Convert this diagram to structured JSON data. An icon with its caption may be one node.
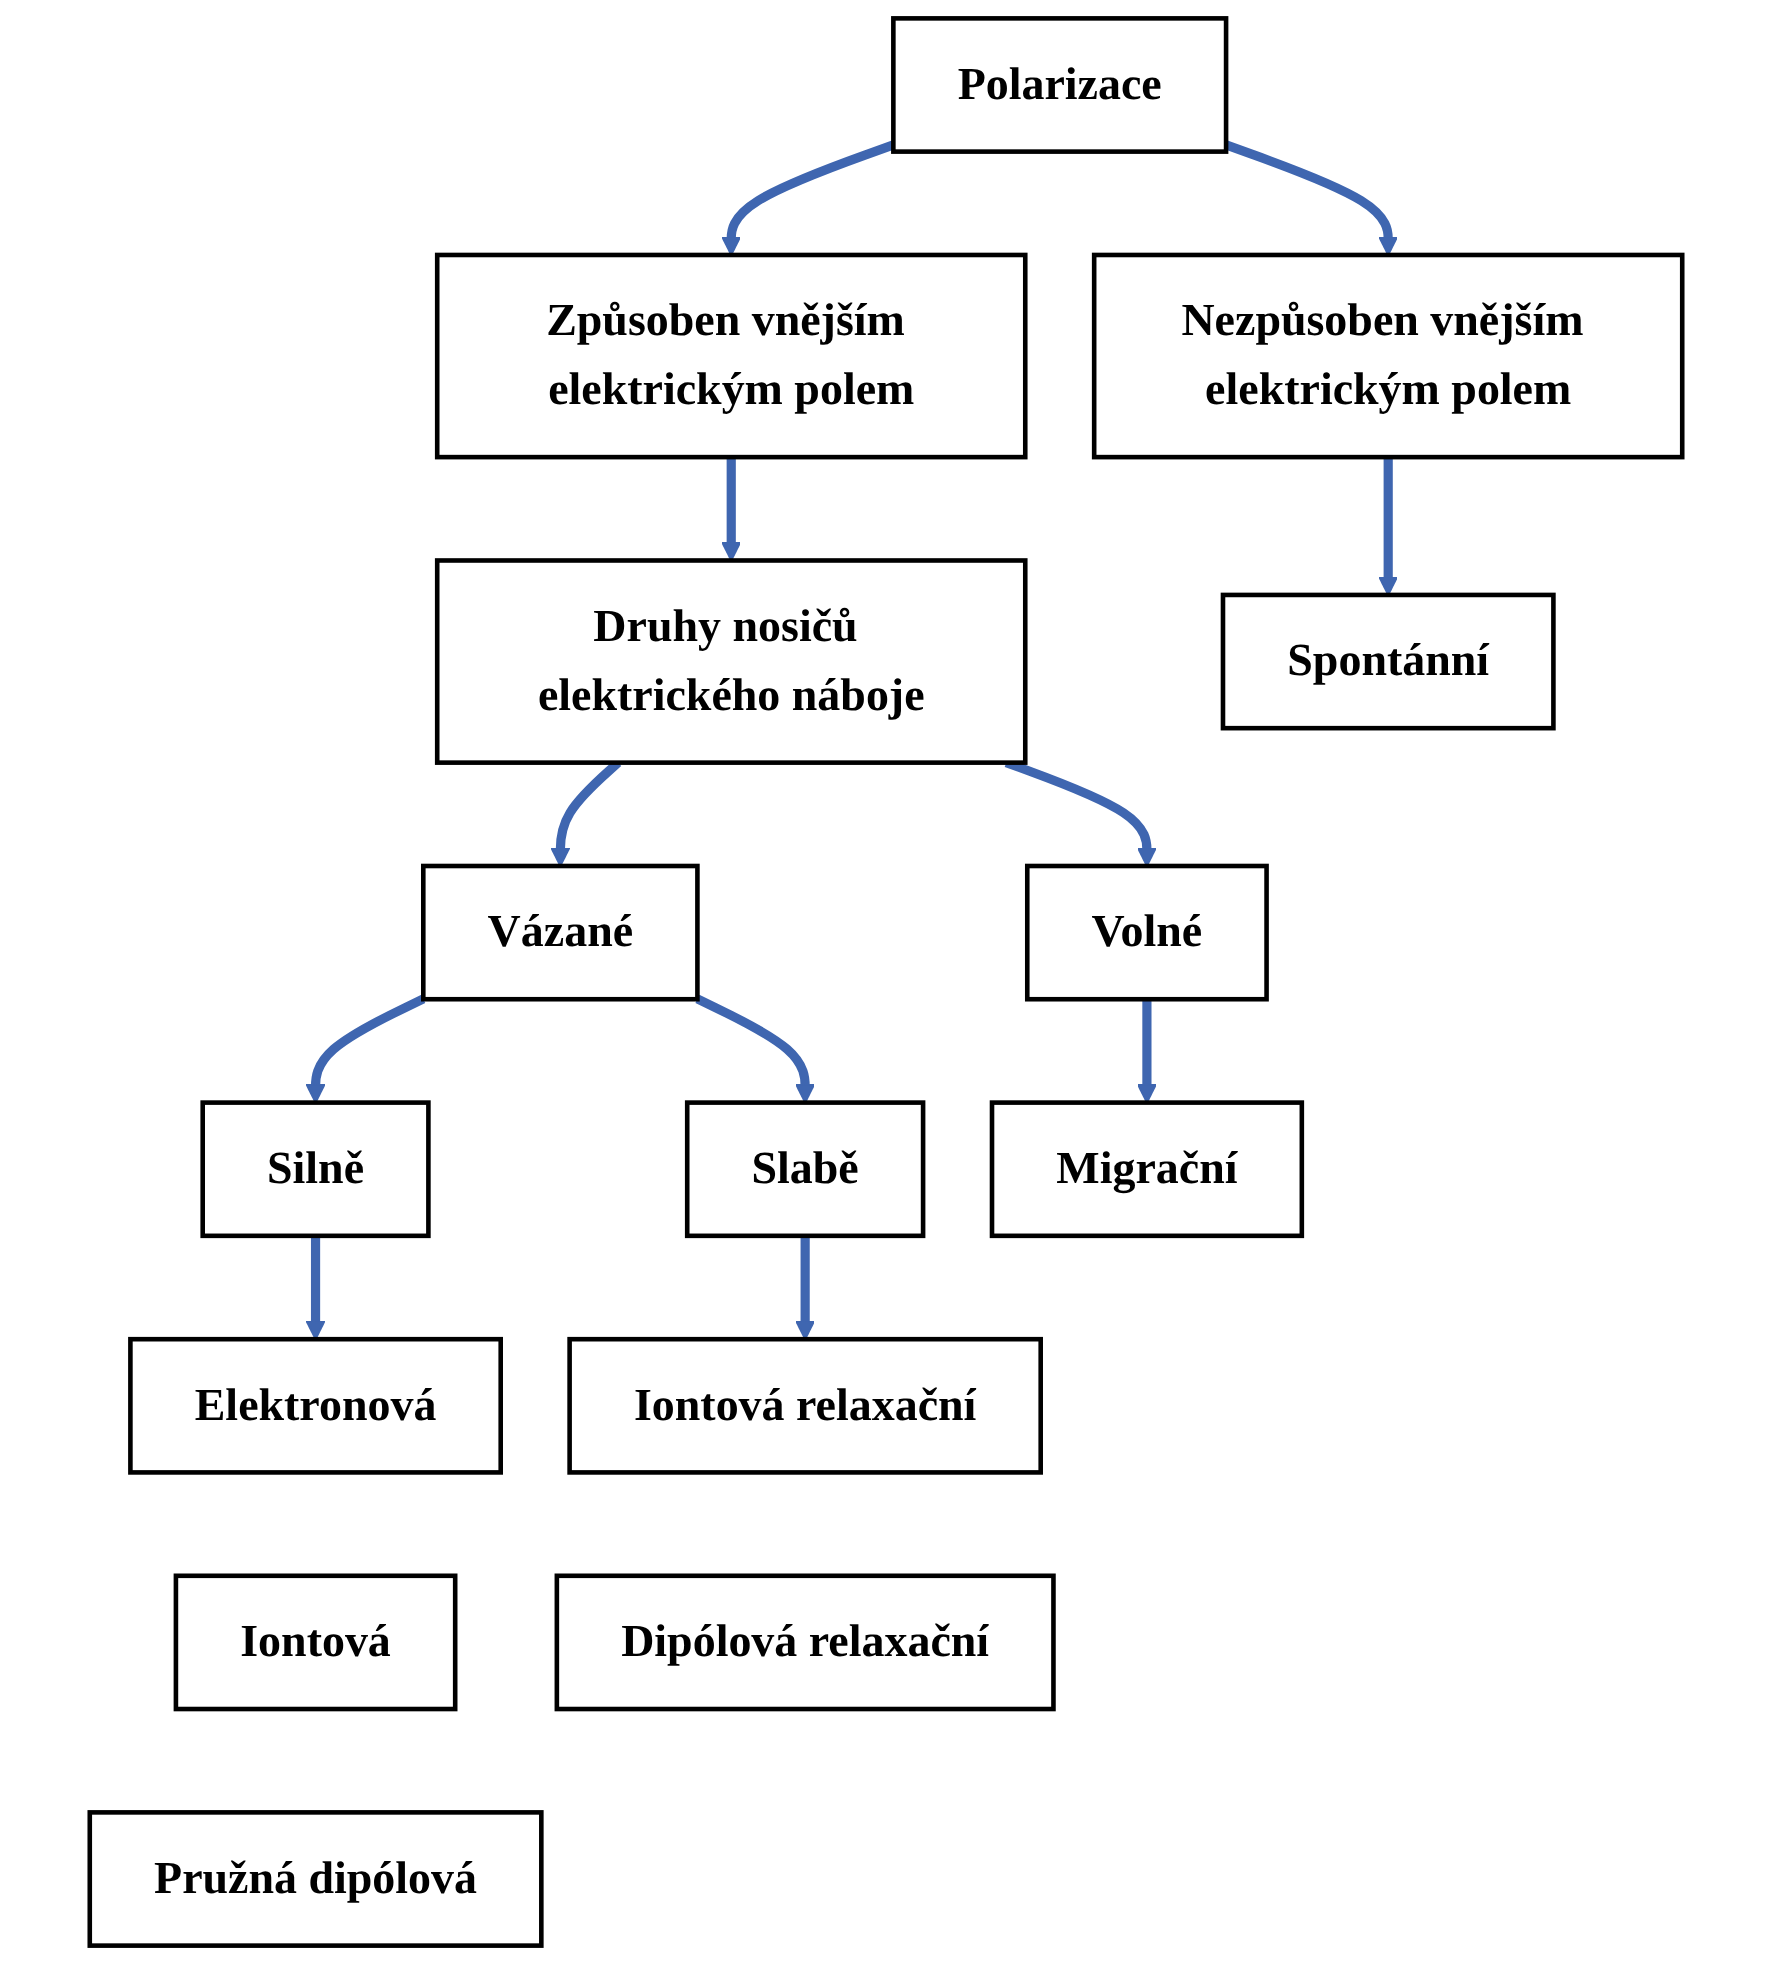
{
  "diagram": {
    "nodes": [
      {
        "text": [
          "Polarizace"
        ]
      },
      {
        "text": [
          "Způsoben vnějším elektrickým polem"
        ]
      },
      {
        "text": [
          "Nezpůsoben vnějším elektrickým polem"
        ]
      },
      {
        "text": [
          "Druhy nosičů elektrického náboje"
        ]
      },
      {
        "text": [
          "Vázané"
        ]
      },
      {
        "text": [
          "Volné"
        ]
      },
      {
        "text": [
          "Silně"
        ]
      },
      {
        "text": [
          "Slabě"
        ]
      },
      {
        "text": [
          "Elektronová"
        ]
      },
      {
        "text": [
          "Iontová"
        ]
      },
      {
        "text": [
          "Pružná dipólová"
        ]
      },
      {
        "text": [
          "Iontová relaxační"
        ]
      },
      {
        "text": [
          "Dipólová relaxační"
        ]
      },
      {
        "text": [
          "Migrační"
        ]
      },
      {
        "text": [
          "Spontánní"
        ]
      }
    ],
    "edges": [
      {
        "from": 0,
        "to": 1,
        "arrow": "to"
      },
      {
        "from": 0,
        "to": 2,
        "arrow": "to"
      },
      {
        "from": 1,
        "to": 3,
        "arrow": "to"
      },
      {
        "from": 3,
        "to": 4,
        "arrow": "to"
      },
      {
        "from": 3,
        "to": 5,
        "arrow": "to"
      },
      {
        "from": 4,
        "to": 6,
        "arrow": "to"
      },
      {
        "from": 4,
        "to": 7,
        "arrow": "to"
      },
      {
        "from": 6,
        "to": 8,
        "arrow": "to"
      },
      {
        "from": 7,
        "to": 11,
        "arrow": "to"
      },
      {
        "from": 5,
        "to": 13,
        "arrow": "to"
      },
      {
        "from": 2,
        "to": 14,
        "arrow": "to"
      }
    ]
  }
}
